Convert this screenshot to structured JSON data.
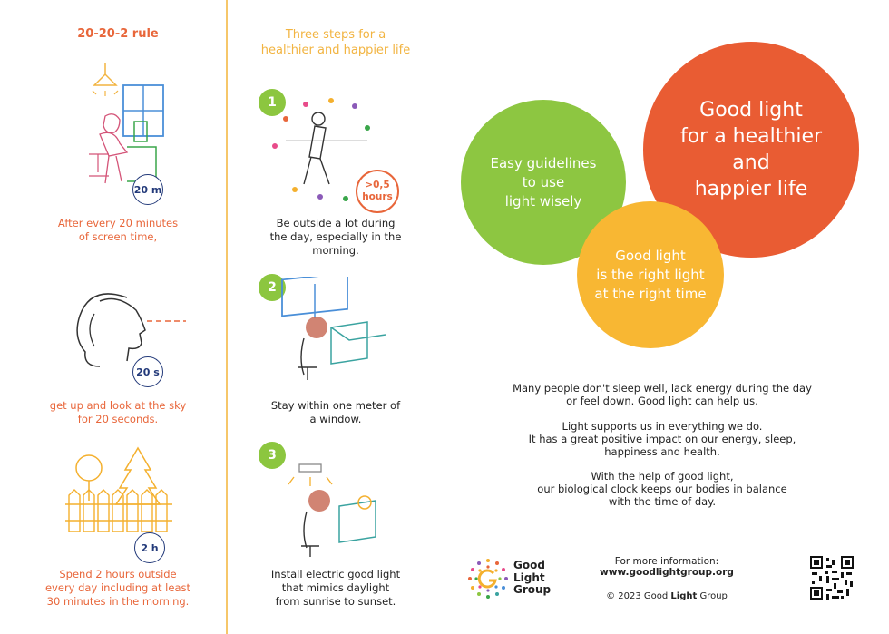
{
  "rule": {
    "title": "20-20-2 rule",
    "captions": {
      "first": "After every 20 minutes\nof screen time,",
      "second": "get up and look at the sky\nfor 20 seconds.",
      "third": "Spend 2 hours outside\nevery day including at least\n30 minutes in the morning."
    },
    "badges": {
      "minutes": "20 m",
      "seconds": "20 s",
      "hours": "2 h"
    }
  },
  "steps": {
    "title": "Three steps for a\nhealthier and happier life",
    "items": [
      {
        "number": "1",
        "caption": "Be outside a lot during\nthe day, especially in the\nmorning.",
        "badge": ">0,5\nhours"
      },
      {
        "number": "2",
        "caption": "Stay within one meter of\na window."
      },
      {
        "number": "3",
        "caption": "Install electric good light\nthat mimics daylight\nfrom sunrise to sunset."
      }
    ]
  },
  "circles": {
    "orange": "Good light\nfor a healthier\nand\nhappier life",
    "green": "Easy guidelines\nto use\nlight wisely",
    "yellow": "Good light\nis the right light\nat the right time"
  },
  "info": {
    "p1": "Many people don't sleep well, lack energy during the day\nor feel down. Good light can help us.",
    "p2": "Light supports us in everything we do.\nIt has a great positive impact on our energy, sleep,\nhappiness and health.",
    "p3": "With the help of good light,\nour biological clock keeps our bodies in balance\nwith the time of day."
  },
  "footer": {
    "logo_text": "Good\nLight\nGroup",
    "more_info": "For more information:",
    "website": "www.goodlightgroup.org",
    "copyright_pre": "© 2023 Good ",
    "copyright_bold": "Light",
    "copyright_post": " Group"
  },
  "colors": {
    "orange": "#e95c33",
    "green": "#8dc641",
    "yellow": "#f8b733",
    "navy": "#233a7a",
    "divider": "#f6c76a"
  }
}
